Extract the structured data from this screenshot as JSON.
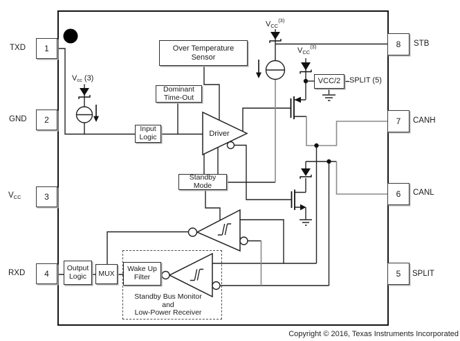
{
  "pins": {
    "p1": {
      "num": "1",
      "label": "TXD"
    },
    "p2": {
      "num": "2",
      "label": "GND"
    },
    "p3": {
      "num": "3",
      "label_v": "V",
      "label_sub": "CC"
    },
    "p4": {
      "num": "4",
      "label": "RXD"
    },
    "p5": {
      "num": "5",
      "label": "SPLIT"
    },
    "p6": {
      "num": "6",
      "label": "CANL"
    },
    "p7": {
      "num": "7",
      "label": "CANH"
    },
    "p8": {
      "num": "8",
      "label": "STB"
    }
  },
  "blocks": {
    "ots": {
      "line1": "Over Temperature",
      "line2": "Sensor"
    },
    "dto": {
      "line1": "Dominant",
      "line2": "Time-Out"
    },
    "input_logic": {
      "line1": "Input",
      "line2": "Logic"
    },
    "driver": "Driver",
    "standby_mode": {
      "line1": "Standby",
      "line2": "Mode"
    },
    "output_logic": {
      "line1": "Output",
      "line2": "Logic"
    },
    "mux": "MUX",
    "wakeup_filter": {
      "line1": "Wake Up",
      "line2": "Filter"
    },
    "vcc_half": "VCC/2",
    "split_ref": "SPLIT (5)",
    "dashed_region": {
      "line1": "Standby Bus Monitor",
      "line2": "and",
      "line3": "Low-Power Receiver"
    }
  },
  "annotations": {
    "vcc_left": {
      "v": "V",
      "sub": "cc",
      "rest": " (3)"
    },
    "vcc_top": {
      "v": "V",
      "sub": "CC",
      "sup": "(3)"
    },
    "vcc_mid": {
      "v": "V",
      "sub": "CC",
      "sup": "(3)"
    }
  },
  "footer": {
    "copyright": "Copyright © 2016, Texas Instruments Incorporated"
  },
  "icons": {
    "pin1_marker": "pin1-marker-dot",
    "diodes": "zener-diode-icon",
    "current_sources": "current-source-icon",
    "high_side": "pmos-transistor-icon",
    "low_side": "nmos-transistor-icon",
    "grounds": "ground-icon",
    "receiver_glyph": "hysteresis-icon",
    "junctions": "junction-dot"
  },
  "colors": {
    "wire": "#222222",
    "wire_gray": "#8a8a8a",
    "box_border": "#2e2e2e",
    "shadow": "#a6a6a6",
    "background": "#ffffff"
  }
}
